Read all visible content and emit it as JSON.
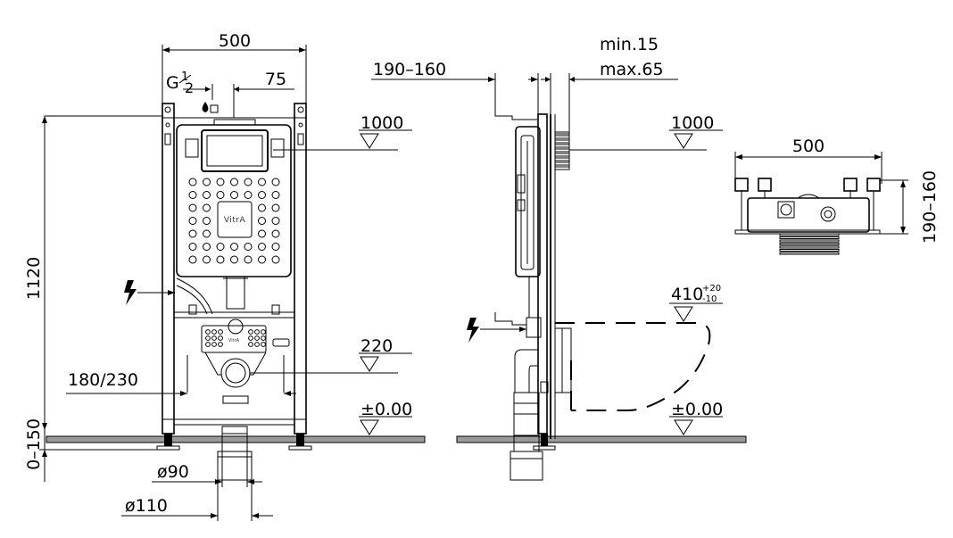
{
  "front_view": {
    "width_top": "500",
    "pipe_size_g": "G",
    "pipe_size_num": "1",
    "pipe_size_den": "2",
    "inlet_offset": "75",
    "height_total": "1120",
    "flush_level": "1000",
    "drain_level": "220",
    "drain_spacing": "180/230",
    "floor_level": "±0.00",
    "foot_adjust": "0–150",
    "pipe_dia_small": "ø90",
    "pipe_dia_large": "ø110",
    "brand_logo": "VitrA",
    "brand_small": "VitrA"
  },
  "side_view": {
    "wall_offset": "190–160",
    "finish_min": "min.15",
    "finish_max": "max.65",
    "flush_level": "1000",
    "bowl_height": "410",
    "bowl_tol_plus": "+20",
    "bowl_tol_minus": "-10",
    "floor_level": "±0.00"
  },
  "top_view": {
    "width": "500",
    "depth": "190–160"
  },
  "icons": [
    "power-supply-icon",
    "water-drop-icon"
  ]
}
